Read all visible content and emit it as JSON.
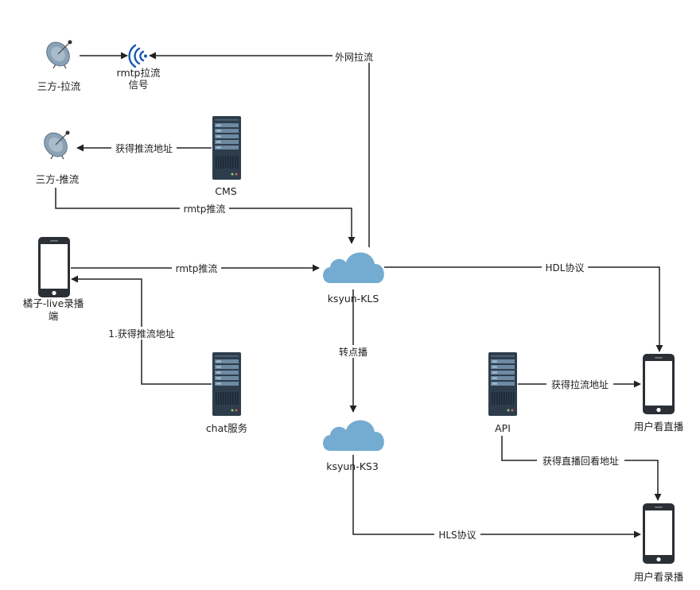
{
  "nodes": {
    "third_pull": {
      "label": "三方-拉流"
    },
    "rtmp_signal": {
      "label_line1": "rmtp拉流",
      "label_line2": "信号"
    },
    "third_push": {
      "label": "三方-推流"
    },
    "cms": {
      "label": "CMS"
    },
    "live_client": {
      "label_line1": "橘子-live录播",
      "label_line2": "端"
    },
    "kls": {
      "label": "ksyun-KLS"
    },
    "chat": {
      "label": "chat服务"
    },
    "ks3": {
      "label": "ksyun-KS3"
    },
    "api": {
      "label": "API"
    },
    "user_live": {
      "label": "用户看直播"
    },
    "user_vod": {
      "label": "用户看录播"
    }
  },
  "edges": {
    "external_pull": "外网拉流",
    "get_push_addr_cms": "获得推流地址",
    "rtmp_push_third": "rmtp推流",
    "rtmp_push_client": "rmtp推流",
    "get_push_addr_chat": "1.获得推流地址",
    "hdl": "HDL协议",
    "transcode": "转点播",
    "get_pull_addr": "获得拉流地址",
    "get_playback_addr": "获得直播回看地址",
    "hls": "HLS协议"
  },
  "colors": {
    "cloud": "#74acd1",
    "server_body": "#2e3d4c",
    "dish": "#8aa1b6",
    "signal": "#1a56b0",
    "line": "#222222"
  }
}
